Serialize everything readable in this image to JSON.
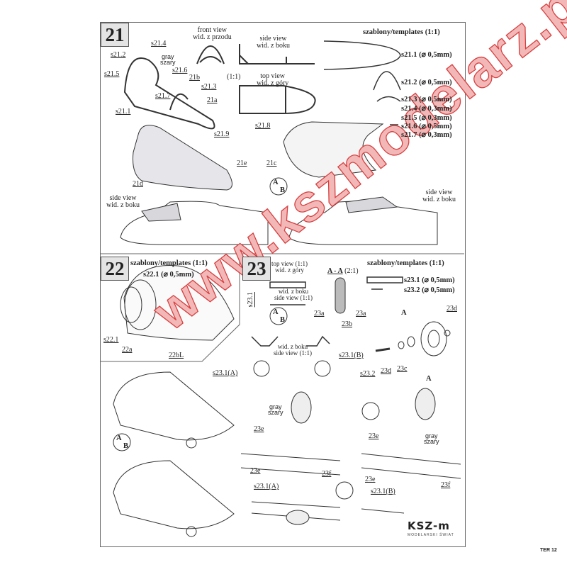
{
  "page_number": "TER 12",
  "logo": {
    "text": "KSZ-m",
    "subtitle": "MODELARSKI ŚWIAT"
  },
  "watermark": "www.kszmodelarz.pl",
  "step21": {
    "number": "21",
    "templates_title": "szablony/templates (1:1)",
    "front_view": "front view",
    "front_view_pl": "wid. z przodu",
    "side_view": "side view",
    "side_view_pl": "wid. z boku",
    "top_view": "top view",
    "top_view_pl": "wid. z góry",
    "scale": "(1:1)",
    "gray": "gray",
    "gray_pl": "szary",
    "parts": [
      "s21.4",
      "s21.2",
      "s21.5",
      "s21.6",
      "21b",
      "s21.3",
      "21a",
      "s21.7",
      "s21.1",
      "s21.8",
      "s21.9",
      "21c",
      "21e",
      "21d"
    ],
    "templates": [
      "s21.1 (⌀ 0,5mm)",
      "s21.2 (⌀ 0,5mm)",
      "s21.3 (⌀ 0,5mm)",
      "s21.4 (⌀ 0,3mm)",
      "s21.5 (⌀ 0,3mm)",
      "s21.6 (⌀ 0,5mm)",
      "s21.7 (⌀ 0,3mm)"
    ],
    "side_view_left": "side view",
    "side_view_left_pl": "wid. z boku",
    "side_view_right": "side view",
    "side_view_right_pl": "wid. z boku",
    "ab_a": "A",
    "ab_b": "B"
  },
  "step22": {
    "number": "22",
    "templates_title": "szablony/templates (1:1)",
    "template": "s22.1 (⌀ 0,5mm)",
    "parts": [
      "s22.1",
      "22a",
      "22bL"
    ],
    "ab_a": "A",
    "ab_b": "B"
  },
  "step23": {
    "number": "23",
    "top_view": "top view (1:1)",
    "top_view_pl": "wid. z góry",
    "side_view_pl": "wid. z boku",
    "side_view": "side view (1:1)",
    "side_view2_pl": "wid. z boku",
    "side_view2": "side view (1:1)",
    "section": "A - A",
    "section_scale": "(2:1)",
    "templates_title": "szablony/templates (1:1)",
    "templates": [
      "s23.1 (⌀ 0,5mm)",
      "s23.2 (⌀ 0,5mm)"
    ],
    "parts": [
      "s23.1",
      "23a",
      "23a",
      "23b",
      "23d",
      "s23.1(A)",
      "s23.1(B)",
      "s23.2",
      "23d",
      "23c",
      "A",
      "A",
      "23e",
      "23e",
      "23f",
      "s23.1(A)",
      "23e",
      "23e",
      "23f",
      "s23.1(B)"
    ],
    "gray": "gray",
    "gray_pl": "szary",
    "ab_a": "A",
    "ab_b": "B"
  }
}
